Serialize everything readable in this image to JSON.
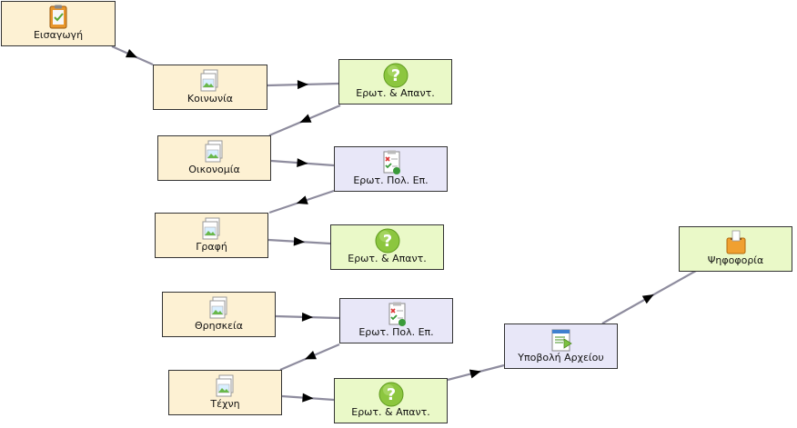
{
  "nodes": [
    {
      "id": "n1",
      "label": "Εισαγωγή",
      "icon": "clipboard-icon",
      "style": "yellow"
    },
    {
      "id": "n2",
      "label": "Κοινωνία",
      "icon": "image-page-icon",
      "style": "yellow"
    },
    {
      "id": "n3",
      "label": "Ερωτ. & Απαντ.",
      "icon": "question-icon",
      "style": "green"
    },
    {
      "id": "n4",
      "label": "Οικονομία",
      "icon": "image-page-icon",
      "style": "yellow"
    },
    {
      "id": "n5",
      "label": "Ερωτ. Πολ. Επ.",
      "icon": "checklist-icon",
      "style": "lav"
    },
    {
      "id": "n6",
      "label": "Γραφή",
      "icon": "image-page-icon",
      "style": "yellow"
    },
    {
      "id": "n7",
      "label": "Ερωτ. & Απαντ.",
      "icon": "question-icon",
      "style": "green"
    },
    {
      "id": "n8",
      "label": "Θρησκεία",
      "icon": "image-page-icon",
      "style": "yellow"
    },
    {
      "id": "n9",
      "label": "Ερωτ. Πολ. Επ.",
      "icon": "checklist-icon",
      "style": "lav"
    },
    {
      "id": "n10",
      "label": "Τέχνη",
      "icon": "image-page-icon",
      "style": "yellow"
    },
    {
      "id": "n11",
      "label": "Ερωτ. & Απαντ.",
      "icon": "question-icon",
      "style": "green"
    },
    {
      "id": "n12",
      "label": "Υποβολή Αρχείου",
      "icon": "file-submit-icon",
      "style": "lav"
    },
    {
      "id": "n13",
      "label": "Ψηφοφορία",
      "icon": "ballot-box-icon",
      "style": "green"
    }
  ],
  "edges": [
    {
      "from": "n1",
      "to": "n2"
    },
    {
      "from": "n2",
      "to": "n3"
    },
    {
      "from": "n3",
      "to": "n4"
    },
    {
      "from": "n4",
      "to": "n5"
    },
    {
      "from": "n5",
      "to": "n6"
    },
    {
      "from": "n6",
      "to": "n7"
    },
    {
      "from": "n8",
      "to": "n9"
    },
    {
      "from": "n9",
      "to": "n10"
    },
    {
      "from": "n10",
      "to": "n11"
    },
    {
      "from": "n11",
      "to": "n12"
    },
    {
      "from": "n12",
      "to": "n13"
    }
  ],
  "colors": {
    "yellow_fill": "#fdf1d3",
    "green_fill": "#eaf9c8",
    "lavender_fill": "#e8e7f8",
    "edge": "#8e8c9e",
    "arrow": "#000000",
    "question_green": "#8cc63f",
    "clipboard_orange": "#e8962b",
    "ballot_orange": "#f0a030"
  }
}
